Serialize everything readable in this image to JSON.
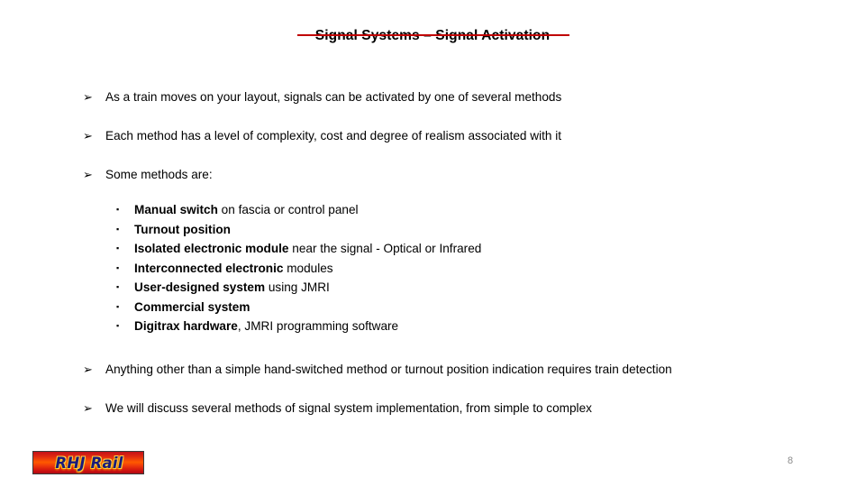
{
  "slide": {
    "title": "Signal Systems – Signal Activation",
    "accent_color": "#C00000",
    "background_color": "#FFFFFF",
    "text_color": "#000000"
  },
  "markers": {
    "level1": "➢",
    "level2": "▪"
  },
  "bullets": [
    {
      "text": "As a train moves on your layout, signals can be activated by one of several methods"
    },
    {
      "text": "Each method has a level of complexity, cost and degree of realism associated with it"
    },
    {
      "text": "Some methods are:",
      "children": [
        {
          "bold": "Manual switch",
          "rest": " on fascia or control panel"
        },
        {
          "bold": "Turnout position",
          "rest": ""
        },
        {
          "bold": "Isolated electronic module",
          "rest": " near the signal - Optical or Infrared"
        },
        {
          "bold": "Interconnected electronic",
          "rest": " modules"
        },
        {
          "bold": "User-designed system",
          "rest": " using JMRI"
        },
        {
          "bold": "Commercial system",
          "rest": ""
        },
        {
          "bold": "Digitrax hardware",
          "rest": ", JMRI programming software"
        }
      ]
    },
    {
      "text": "Anything other than a simple hand-switched method or turnout position indication requires train detection"
    },
    {
      "text": "We will discuss several methods of signal system implementation, from simple to complex"
    }
  ],
  "footer": {
    "logo_text": "RHJ Rail",
    "logo_text_color": "#1A1A7A",
    "logo_glow_color": "#FFC400",
    "page_number": "8",
    "page_number_color": "#8C8C8C"
  }
}
